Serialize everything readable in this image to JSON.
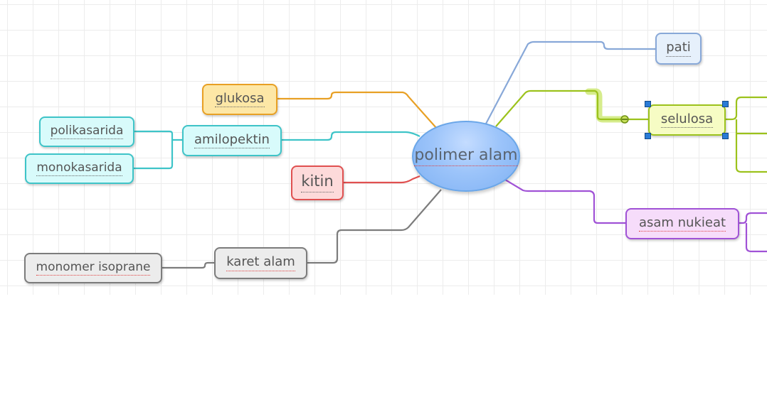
{
  "mindmap": {
    "central": {
      "label": "polimer alam"
    },
    "nodes": {
      "pati": "pati",
      "selulosa": "selulosa",
      "glukosa": "glukosa",
      "amilopektin": "amilopektin",
      "polikasarida": "polikasarida",
      "monokasarida": "monokasarida",
      "kitin": "kitin",
      "asam_nukieat": "asam nukieat",
      "karet_alam": "karet alam",
      "monomer_isoprane": "monomer isoprane"
    }
  },
  "colors": {
    "blue": "#88a8d8",
    "green": "#9cc21c",
    "orange": "#e8a024",
    "teal": "#3ec4c8",
    "red": "#e05050",
    "purple": "#a052d6",
    "gray": "#7c7c7c",
    "selection": "#2a7bd6"
  }
}
